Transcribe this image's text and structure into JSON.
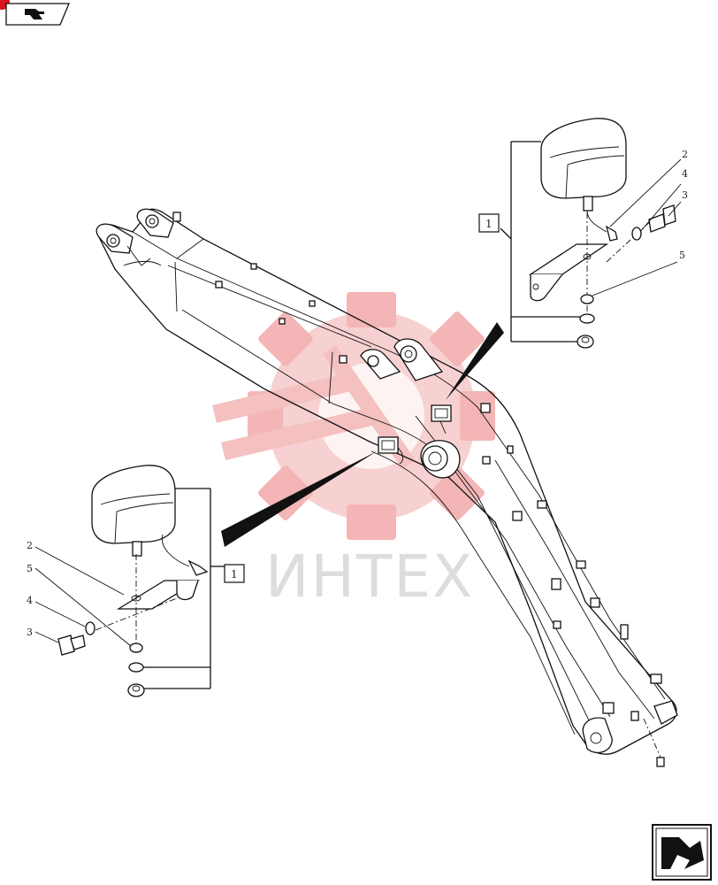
{
  "watermark": {
    "text": "ИНТЕХ",
    "color": "#e9353a"
  },
  "upper_assembly": {
    "group_label": "1",
    "callouts": {
      "bracket": "2",
      "lockwasher": "4",
      "bolt": "3",
      "washer": "5"
    }
  },
  "lower_assembly": {
    "group_label": "1",
    "callouts": {
      "bracket": "2",
      "washer": "5",
      "lockwasher": "4",
      "bolt": "3"
    }
  },
  "nav": {
    "prev_icon": "prev-page-icon",
    "next_icon": "next-page-icon"
  },
  "colors": {
    "badge": "#d8141c",
    "line": "#111111"
  }
}
